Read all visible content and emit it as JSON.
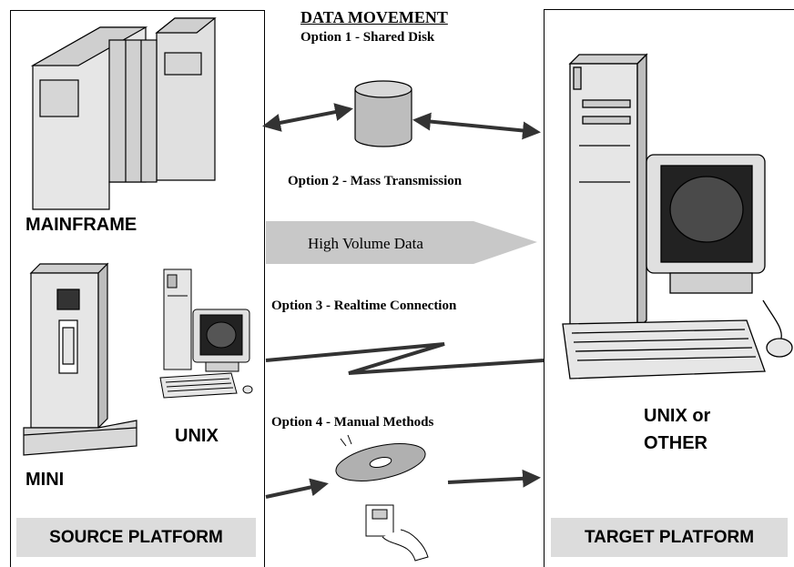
{
  "title": "DATA MOVEMENT",
  "options": {
    "opt1": "Option 1  - Shared Disk",
    "opt2": "Option 2 - Mass Transmission",
    "opt3": "Option 3  - Realtime Connection",
    "opt4": "Option 4 - Manual Methods"
  },
  "arrow_label": "High Volume Data",
  "source": {
    "mainframe": "MAINFRAME",
    "unix": "UNIX",
    "mini": "MINI",
    "footer": "SOURCE PLATFORM"
  },
  "target": {
    "label_line1": "UNIX or",
    "label_line2": "OTHER",
    "footer": "TARGET PLATFORM"
  },
  "colors": {
    "panel_footer": "#dcdcdc",
    "arrow_fill": "#c8c8c8",
    "device_gray": "#d0d0d0",
    "screen": "#222222"
  }
}
